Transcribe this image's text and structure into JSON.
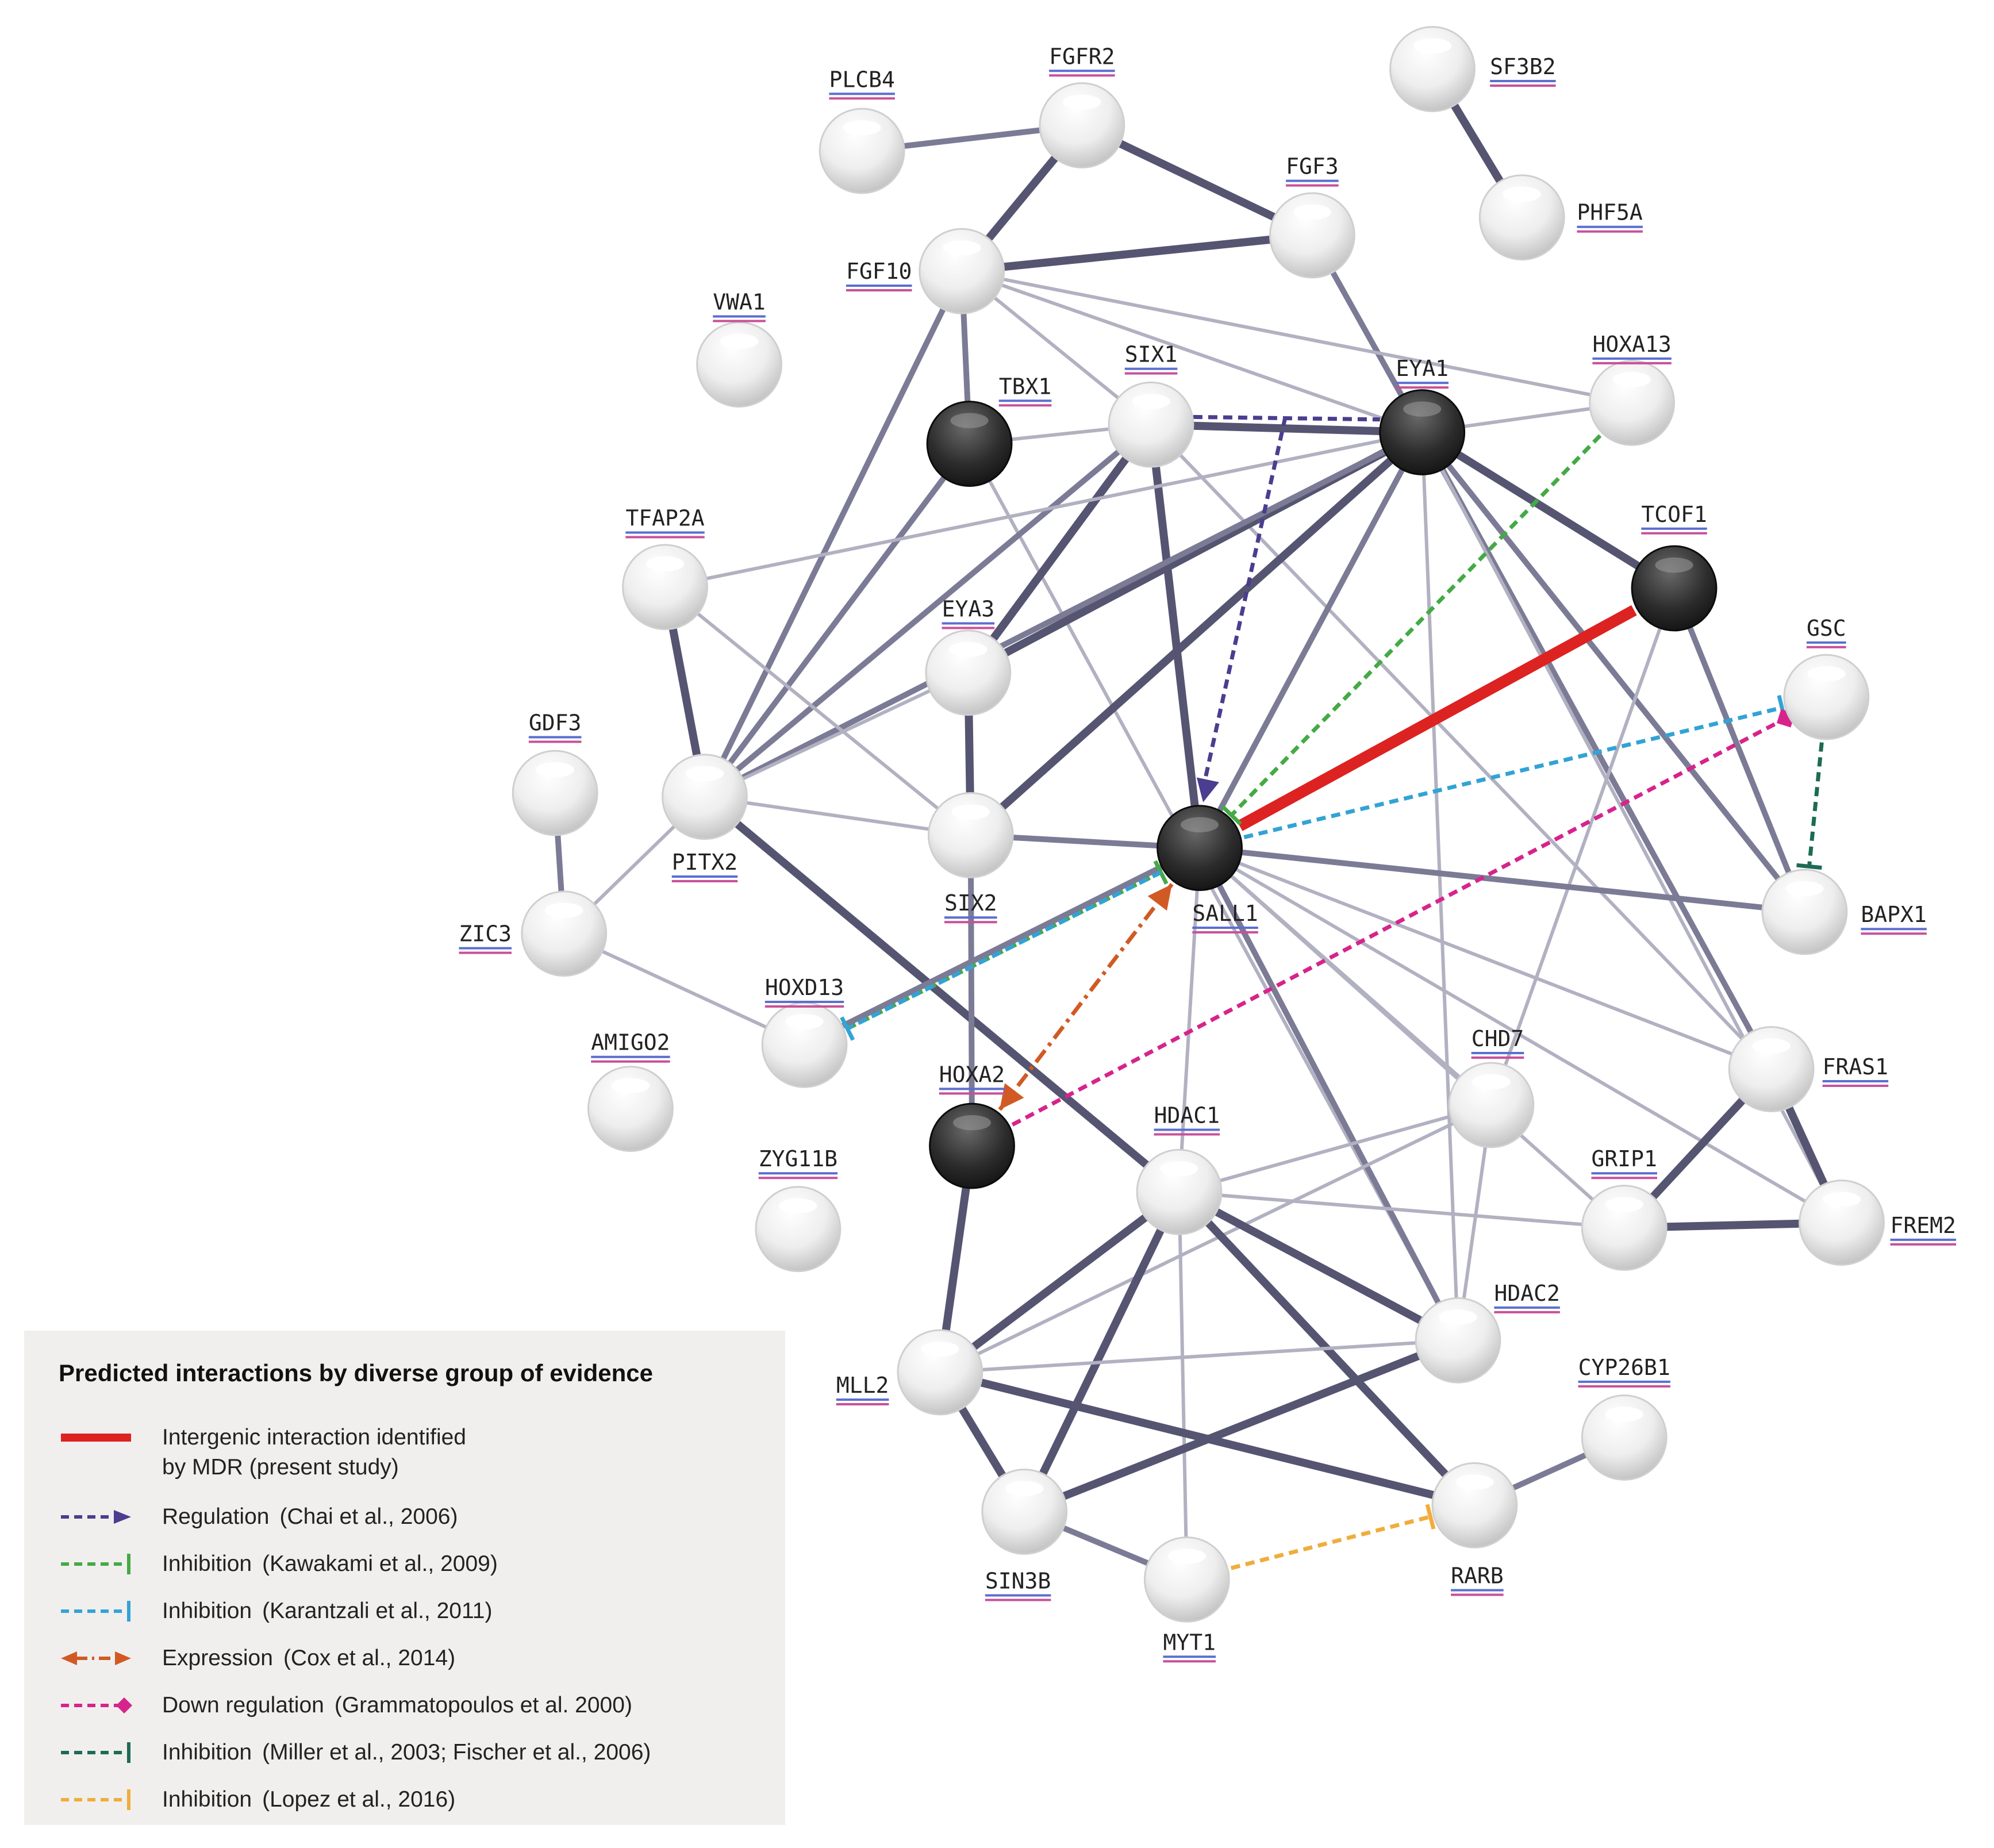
{
  "nodes": [
    {
      "id": "PLCB4",
      "label": "PLCB4",
      "dark": false
    },
    {
      "id": "FGFR2",
      "label": "FGFR2",
      "dark": false
    },
    {
      "id": "SF3B2",
      "label": "SF3B2",
      "dark": false
    },
    {
      "id": "PHF5A",
      "label": "PHF5A",
      "dark": false
    },
    {
      "id": "FGF3",
      "label": "FGF3",
      "dark": false
    },
    {
      "id": "FGF10",
      "label": "FGF10",
      "dark": false
    },
    {
      "id": "VWA1",
      "label": "VWA1",
      "dark": false
    },
    {
      "id": "TBX1",
      "label": "TBX1",
      "dark": true
    },
    {
      "id": "SIX1",
      "label": "SIX1",
      "dark": false
    },
    {
      "id": "EYA1",
      "label": "EYA1",
      "dark": true
    },
    {
      "id": "HOXA13",
      "label": "HOXA13",
      "dark": false
    },
    {
      "id": "TFAP2A",
      "label": "TFAP2A",
      "dark": false
    },
    {
      "id": "TCOF1",
      "label": "TCOF1",
      "dark": true
    },
    {
      "id": "EYA3",
      "label": "EYA3",
      "dark": false
    },
    {
      "id": "GSC",
      "label": "GSC",
      "dark": false
    },
    {
      "id": "GDF3",
      "label": "GDF3",
      "dark": false
    },
    {
      "id": "PITX2",
      "label": "PITX2",
      "dark": false
    },
    {
      "id": "SIX2",
      "label": "SIX2",
      "dark": false
    },
    {
      "id": "SALL1",
      "label": "SALL1",
      "dark": true
    },
    {
      "id": "BAPX1",
      "label": "BAPX1",
      "dark": false
    },
    {
      "id": "ZIC3",
      "label": "ZIC3",
      "dark": false
    },
    {
      "id": "HOXD13",
      "label": "HOXD13",
      "dark": false
    },
    {
      "id": "AMIGO2",
      "label": "AMIGO2",
      "dark": false
    },
    {
      "id": "HOXA2",
      "label": "HOXA2",
      "dark": true
    },
    {
      "id": "CHD7",
      "label": "CHD7",
      "dark": false
    },
    {
      "id": "FRAS1",
      "label": "FRAS1",
      "dark": false
    },
    {
      "id": "HDAC1",
      "label": "HDAC1",
      "dark": false
    },
    {
      "id": "ZYG11B",
      "label": "ZYG11B",
      "dark": false
    },
    {
      "id": "GRIP1",
      "label": "GRIP1",
      "dark": false
    },
    {
      "id": "FREM2",
      "label": "FREM2",
      "dark": false
    },
    {
      "id": "HDAC2",
      "label": "HDAC2",
      "dark": false
    },
    {
      "id": "MLL2",
      "label": "MLL2",
      "dark": false
    },
    {
      "id": "CYP26B1",
      "label": "CYP26B1",
      "dark": false
    },
    {
      "id": "SIN3B",
      "label": "SIN3B",
      "dark": false
    },
    {
      "id": "RARB",
      "label": "RARB",
      "dark": false
    },
    {
      "id": "MYT1",
      "label": "MYT1",
      "dark": false
    }
  ],
  "edges": [
    [
      "PLCB4",
      "FGFR2",
      "med"
    ],
    [
      "FGFR2",
      "FGF10",
      "thick"
    ],
    [
      "FGFR2",
      "FGF3",
      "thick"
    ],
    [
      "FGF10",
      "FGF3",
      "thick"
    ],
    [
      "SF3B2",
      "PHF5A",
      "thick"
    ],
    [
      "FGF3",
      "EYA1",
      "med"
    ],
    [
      "FGF10",
      "TBX1",
      "med"
    ],
    [
      "FGF10",
      "SIX1",
      "light"
    ],
    [
      "FGF10",
      "EYA1",
      "light"
    ],
    [
      "FGF10",
      "HOXA13",
      "light"
    ],
    [
      "FGF10",
      "PITX2",
      "med"
    ],
    [
      "TBX1",
      "SIX1",
      "light"
    ],
    [
      "TBX1",
      "PITX2",
      "med"
    ],
    [
      "TBX1",
      "HDAC2",
      "light"
    ],
    [
      "SIX1",
      "EYA1",
      "thick"
    ],
    [
      "SIX1",
      "EYA3",
      "thick"
    ],
    [
      "SIX1",
      "SALL1",
      "thick"
    ],
    [
      "SIX1",
      "PITX2",
      "med"
    ],
    [
      "SIX1",
      "FRAS1",
      "light"
    ],
    [
      "EYA1",
      "HOXA13",
      "light"
    ],
    [
      "EYA1",
      "TCOF1",
      "thick"
    ],
    [
      "EYA1",
      "EYA3",
      "thick"
    ],
    [
      "EYA1",
      "SIX2",
      "thick"
    ],
    [
      "EYA1",
      "SALL1",
      "med"
    ],
    [
      "EYA1",
      "PITX2",
      "med"
    ],
    [
      "EYA1",
      "BAPX1",
      "med"
    ],
    [
      "EYA1",
      "FRAS1",
      "med"
    ],
    [
      "EYA1",
      "FREM2",
      "light"
    ],
    [
      "EYA1",
      "HDAC2",
      "light"
    ],
    [
      "EYA1",
      "TFAP2A",
      "light"
    ],
    [
      "TFAP2A",
      "PITX2",
      "thick"
    ],
    [
      "TFAP2A",
      "SIX2",
      "light"
    ],
    [
      "TCOF1",
      "BAPX1",
      "med"
    ],
    [
      "TCOF1",
      "CHD7",
      "light"
    ],
    [
      "EYA3",
      "SIX2",
      "thick"
    ],
    [
      "EYA3",
      "PITX2",
      "light"
    ],
    [
      "GDF3",
      "ZIC3",
      "med"
    ],
    [
      "ZIC3",
      "PITX2",
      "light"
    ],
    [
      "ZIC3",
      "HOXD13",
      "light"
    ],
    [
      "PITX2",
      "SIX2",
      "light"
    ],
    [
      "PITX2",
      "HDAC1",
      "thick"
    ],
    [
      "SIX2",
      "SALL1",
      "med"
    ],
    [
      "SIX2",
      "HOXA2",
      "med"
    ],
    [
      "SALL1",
      "HOXD13",
      "med"
    ],
    [
      "SALL1",
      "BAPX1",
      "med"
    ],
    [
      "SALL1",
      "FRAS1",
      "light"
    ],
    [
      "SALL1",
      "CHD7",
      "light"
    ],
    [
      "SALL1",
      "HDAC1",
      "light"
    ],
    [
      "SALL1",
      "HDAC2",
      "med"
    ],
    [
      "SALL1",
      "FREM2",
      "light"
    ],
    [
      "SALL1",
      "GRIP1",
      "light"
    ],
    [
      "CHD7",
      "HDAC1",
      "light"
    ],
    [
      "CHD7",
      "HDAC2",
      "light"
    ],
    [
      "CHD7",
      "MLL2",
      "light"
    ],
    [
      "FRAS1",
      "GRIP1",
      "thick"
    ],
    [
      "FRAS1",
      "FREM2",
      "thick"
    ],
    [
      "GRIP1",
      "FREM2",
      "thick"
    ],
    [
      "HDAC1",
      "HDAC2",
      "thick"
    ],
    [
      "HDAC1",
      "MLL2",
      "thick"
    ],
    [
      "HDAC1",
      "SIN3B",
      "thick"
    ],
    [
      "HDAC1",
      "RARB",
      "thick"
    ],
    [
      "HDAC1",
      "MYT1",
      "light"
    ],
    [
      "HDAC1",
      "GRIP1",
      "light"
    ],
    [
      "HOXA2",
      "MLL2",
      "thick"
    ],
    [
      "MLL2",
      "HDAC2",
      "light"
    ],
    [
      "MLL2",
      "SIN3B",
      "thick"
    ],
    [
      "MLL2",
      "RARB",
      "thick"
    ],
    [
      "HDAC2",
      "SIN3B",
      "thick"
    ],
    [
      "SIN3B",
      "MYT1",
      "med"
    ],
    [
      "RARB",
      "CYP26B1",
      "med"
    ]
  ],
  "interactions": [
    {
      "from": "TCOF1",
      "to": "SALL1",
      "kind": "mdr",
      "color": "#dd2222"
    },
    {
      "from": "SIX1",
      "to": "SALL1",
      "kind": "regulation",
      "color": "#4b3d8f"
    },
    {
      "from": "HOXA13",
      "to": "SALL1",
      "kind": "inhibition",
      "color": "#44aa44"
    },
    {
      "from": "HOXD13",
      "to": "SALL1",
      "kind": "inhibition",
      "color": "#44aa44"
    },
    {
      "from": "SALL1",
      "to": "GSC",
      "kind": "inhibition",
      "color": "#33a3d4"
    },
    {
      "from": "SALL1",
      "to": "HOXD13",
      "kind": "inhibition",
      "color": "#33a3d4"
    },
    {
      "from": "HOXA2",
      "to": "SALL1",
      "kind": "expression",
      "color": "#d15a24"
    },
    {
      "from": "HOXA2",
      "to": "GSC",
      "kind": "downregulation",
      "color": "#d6248c"
    },
    {
      "from": "GSC",
      "to": "BAPX1",
      "kind": "inhibition",
      "color": "#1d6b55"
    },
    {
      "from": "MYT1",
      "to": "RARB",
      "kind": "inhibition",
      "color": "#f0ad3b"
    }
  ],
  "legend": {
    "title": "Predicted interactions by diverse group of evidence",
    "items": [
      {
        "symbol": "mdr",
        "color": "#dd2222",
        "text": "Intergenic interaction identified",
        "text2": "by MDR (present study)",
        "ref": ""
      },
      {
        "symbol": "regulation",
        "color": "#4b3d8f",
        "text": "Regulation",
        "ref": "(Chai et al., 2006)"
      },
      {
        "symbol": "inhibition",
        "color": "#44aa44",
        "text": "Inhibition",
        "ref": "(Kawakami et al., 2009)"
      },
      {
        "symbol": "inhibition",
        "color": "#33a3d4",
        "text": "Inhibition",
        "ref": "(Karantzali et al., 2011)"
      },
      {
        "symbol": "expression",
        "color": "#d15a24",
        "text": "Expression",
        "ref": "(Cox et al., 2014)"
      },
      {
        "symbol": "downregulation",
        "color": "#d6248c",
        "text": "Down regulation",
        "ref": "(Grammatopoulos et al. 2000)"
      },
      {
        "symbol": "inhibition",
        "color": "#1d6b55",
        "text": "Inhibition",
        "ref": "(Miller et al., 2003; Fischer et al., 2006)"
      },
      {
        "symbol": "inhibition",
        "color": "#f0ad3b",
        "text": "Inhibition",
        "ref": "(Lopez et al., 2016)"
      }
    ]
  }
}
